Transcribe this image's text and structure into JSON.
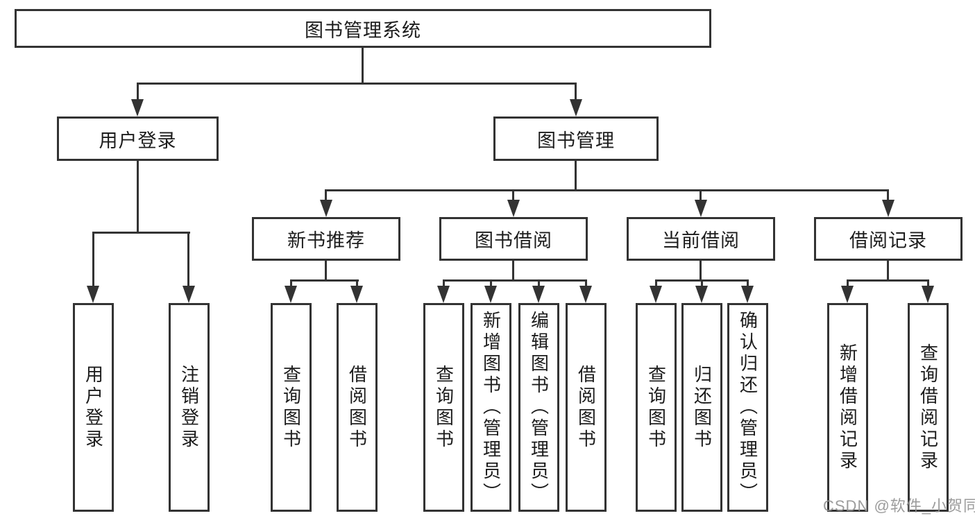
{
  "nodes": {
    "root": {
      "label": "图书管理系统"
    },
    "level2": [
      {
        "label": "用户登录"
      },
      {
        "label": "图书管理"
      }
    ],
    "level3": [
      {
        "label": "新书推荐"
      },
      {
        "label": "图书借阅"
      },
      {
        "label": "当前借阅"
      },
      {
        "label": "借阅记录"
      }
    ],
    "leaves": [
      {
        "label": "用户登录"
      },
      {
        "label": "注销登录"
      },
      {
        "label": "查询图书"
      },
      {
        "label": "借阅图书"
      },
      {
        "label": "查询图书"
      },
      {
        "label": "新增图书（管理员）"
      },
      {
        "label": "编辑图书（管理员）"
      },
      {
        "label": "借阅图书"
      },
      {
        "label": "查询图书"
      },
      {
        "label": "归还图书"
      },
      {
        "label": "确认归还（管理员）"
      },
      {
        "label": "新增借阅记录"
      },
      {
        "label": "查询借阅记录"
      }
    ]
  },
  "watermark": "CSDN @软件_小贺同学",
  "colors": {
    "line": "#333333",
    "background": "#ffffff",
    "watermark": "#919191"
  }
}
